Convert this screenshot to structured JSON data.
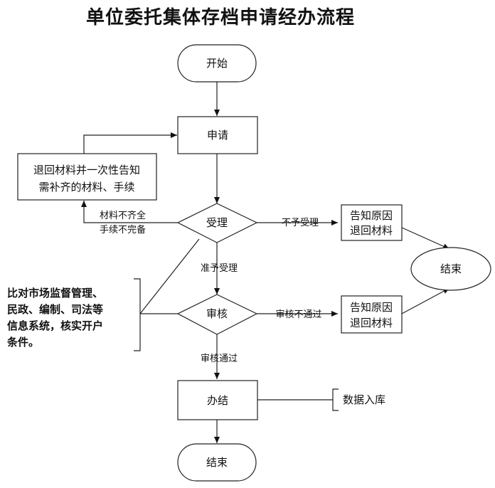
{
  "title": "单位委托集体存档申请经办流程",
  "nodes": {
    "start": "开始",
    "apply": "申请",
    "return_line1": "退回材料并一次性告知",
    "return_line2": "需补齐的材料、手续",
    "accept": "受理",
    "notify1_line1": "告知原因",
    "notify1_line2": "退回材料",
    "end_right": "结束",
    "review": "审核",
    "notify2_line1": "告知原因",
    "notify2_line2": "退回材料",
    "complete": "办结",
    "end_bottom": "结束"
  },
  "edges": {
    "incomplete_line1": "材料不齐全",
    "incomplete_line2": "手续不完备",
    "not_accepted": "不予受理",
    "accepted": "准予受理",
    "review_failed": "审核不通过",
    "review_passed": "审核通过"
  },
  "annotations": {
    "check_line1": "比对市场监督管理、",
    "check_line2": "民政、编制、司法等",
    "check_line3": "信息系统，核实开户",
    "check_line4": "条件。",
    "database": "数据入库"
  }
}
